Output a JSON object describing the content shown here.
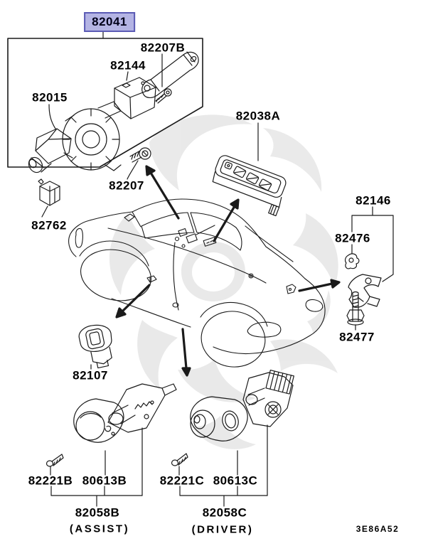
{
  "document_type": "parts-catalog-diagram",
  "drawing_code": "3E86A52",
  "colors": {
    "background": "#ffffff",
    "line": "#1a1a1a",
    "highlight_fill": "#b4b4e4",
    "highlight_border": "#5a5ab4",
    "watermark": "#d8d8d8"
  },
  "labels": [
    {
      "text": "82041",
      "highlighted": true
    },
    {
      "text": "82207B"
    },
    {
      "text": "82144"
    },
    {
      "text": "82015"
    },
    {
      "text": "82207"
    },
    {
      "text": "82038A"
    },
    {
      "text": "82762"
    },
    {
      "text": "82146"
    },
    {
      "text": "82476"
    },
    {
      "text": "82477"
    },
    {
      "text": "82107"
    },
    {
      "text": "82221B"
    },
    {
      "text": "80613B"
    },
    {
      "text": "82058B"
    },
    {
      "text": "(ASSIST)"
    },
    {
      "text": "82221C"
    },
    {
      "text": "80613C"
    },
    {
      "text": "82058C"
    },
    {
      "text": "(DRIVER)"
    },
    {
      "text": "3E86A52"
    }
  ],
  "groups": {
    "column_switch_assembly": {
      "assembly": "82041",
      "members": [
        "82015",
        "82144",
        "82207B"
      ]
    },
    "assist_door": {
      "assembly": "82058B",
      "position": "(ASSIST)",
      "members": [
        "82221B",
        "80613B"
      ]
    },
    "driver_door": {
      "assembly": "82058C",
      "position": "(DRIVER)",
      "members": [
        "82221C",
        "80613C"
      ]
    },
    "rear_bracket": {
      "assembly": "82146",
      "members": [
        "82476",
        "82477"
      ]
    }
  }
}
